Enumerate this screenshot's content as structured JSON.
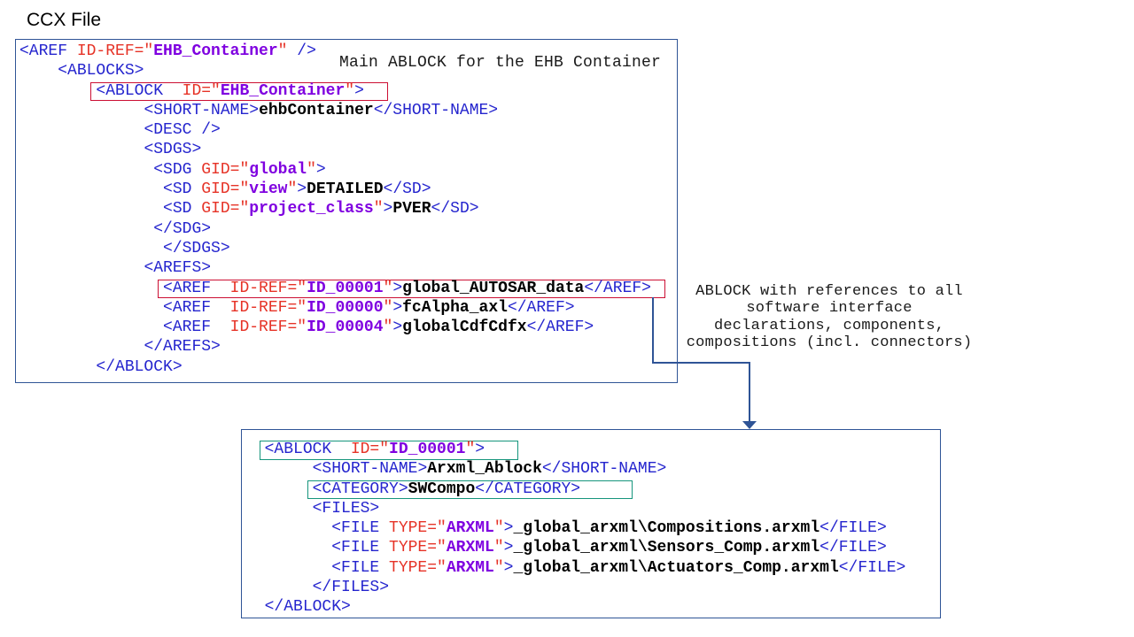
{
  "title": "CCX File",
  "notes": {
    "main_ablock": "Main ABLOCK for the EHB Container",
    "references": "ABLOCK with references to all\nsoftware interface\ndeclarations, components,\ncompositions (incl. connectors)"
  },
  "colors": {
    "code_tag": "#2525CE",
    "code_attr": "#E63327",
    "code_value": "#7F00E0",
    "code_text": "#000000",
    "box_border": "#2F5496",
    "red_highlight": "#CC0F33",
    "teal_highlight": "#15957C"
  },
  "main_code_box": {
    "lines": [
      {
        "indent": 0,
        "box": null,
        "seg": [
          [
            "tag",
            "<AREF "
          ],
          [
            "attr",
            "ID-REF=\""
          ],
          [
            "val",
            "EHB_Container"
          ],
          [
            "attr",
            "\""
          ],
          [
            "tag",
            " />"
          ]
        ]
      },
      {
        "indent": 4,
        "box": null,
        "seg": [
          [
            "tag",
            "<ABLOCKS>"
          ]
        ]
      },
      {
        "indent": 8,
        "box": "red",
        "seg": [
          [
            "tag",
            "<ABLOCK  "
          ],
          [
            "attr",
            "ID=\""
          ],
          [
            "val",
            "EHB_Container"
          ],
          [
            "attr",
            "\""
          ],
          [
            "tag",
            ">  "
          ]
        ]
      },
      {
        "indent": 13,
        "box": null,
        "seg": [
          [
            "tag",
            "<SHORT-NAME>"
          ],
          [
            "txt",
            "ehbContainer"
          ],
          [
            "tag",
            "</SHORT-NAME>"
          ]
        ]
      },
      {
        "indent": 13,
        "box": null,
        "seg": [
          [
            "tag",
            "<DESC />"
          ]
        ]
      },
      {
        "indent": 13,
        "box": null,
        "seg": [
          [
            "tag",
            "<SDGS>"
          ]
        ]
      },
      {
        "indent": 14,
        "box": null,
        "seg": [
          [
            "tag",
            "<SDG "
          ],
          [
            "attr",
            "GID=\""
          ],
          [
            "val",
            "global"
          ],
          [
            "attr",
            "\""
          ],
          [
            "tag",
            ">"
          ]
        ]
      },
      {
        "indent": 15,
        "box": null,
        "seg": [
          [
            "tag",
            "<SD "
          ],
          [
            "attr",
            "GID=\""
          ],
          [
            "val",
            "view"
          ],
          [
            "attr",
            "\""
          ],
          [
            "tag",
            ">"
          ],
          [
            "txt",
            "DETAILED"
          ],
          [
            "tag",
            "</SD>"
          ]
        ]
      },
      {
        "indent": 15,
        "box": null,
        "seg": [
          [
            "tag",
            "<SD "
          ],
          [
            "attr",
            "GID=\""
          ],
          [
            "val",
            "project_class"
          ],
          [
            "attr",
            "\""
          ],
          [
            "tag",
            ">"
          ],
          [
            "txt",
            "PVER"
          ],
          [
            "tag",
            "</SD>"
          ]
        ]
      },
      {
        "indent": 14,
        "box": null,
        "seg": [
          [
            "tag",
            "</SDG>"
          ]
        ]
      },
      {
        "indent": 15,
        "box": null,
        "seg": [
          [
            "tag",
            "</SDGS>"
          ]
        ]
      },
      {
        "indent": 13,
        "box": null,
        "seg": [
          [
            "tag",
            "<AREFS>"
          ]
        ]
      },
      {
        "indent": 15,
        "box": "red",
        "seg": [
          [
            "tag",
            "<AREF  "
          ],
          [
            "attr",
            "ID-REF=\""
          ],
          [
            "val",
            "ID_00001"
          ],
          [
            "attr",
            "\""
          ],
          [
            "tag",
            ">"
          ],
          [
            "txt",
            "global_AUTOSAR_data"
          ],
          [
            "tag",
            "</AREF> "
          ]
        ]
      },
      {
        "indent": 15,
        "box": null,
        "seg": [
          [
            "tag",
            "<AREF  "
          ],
          [
            "attr",
            "ID-REF=\""
          ],
          [
            "val",
            "ID_00000"
          ],
          [
            "attr",
            "\""
          ],
          [
            "tag",
            ">"
          ],
          [
            "txt",
            "fcAlpha_axl"
          ],
          [
            "tag",
            "</AREF>"
          ]
        ]
      },
      {
        "indent": 15,
        "box": null,
        "seg": [
          [
            "tag",
            "<AREF  "
          ],
          [
            "attr",
            "ID-REF=\""
          ],
          [
            "val",
            "ID_00004"
          ],
          [
            "attr",
            "\""
          ],
          [
            "tag",
            ">"
          ],
          [
            "txt",
            "globalCdfCdfx"
          ],
          [
            "tag",
            "</AREF>"
          ]
        ]
      },
      {
        "indent": 13,
        "box": null,
        "seg": [
          [
            "tag",
            "</AREFS>"
          ]
        ]
      },
      {
        "indent": 8,
        "box": null,
        "seg": [
          [
            "tag",
            "</ABLOCK>"
          ]
        ]
      }
    ]
  },
  "arxml_code_box": {
    "lines": [
      {
        "indent": 2,
        "box": "teal",
        "seg": [
          [
            "tag",
            "<ABLOCK  "
          ],
          [
            "attr",
            "ID=\""
          ],
          [
            "val",
            "ID_00001"
          ],
          [
            "attr",
            "\""
          ],
          [
            "tag",
            ">   "
          ]
        ]
      },
      {
        "indent": 7,
        "box": null,
        "seg": [
          [
            "tag",
            "<SHORT-NAME>"
          ],
          [
            "txt",
            "Arxml_Ablock"
          ],
          [
            "tag",
            "</SHORT-NAME>"
          ]
        ]
      },
      {
        "indent": 7,
        "box": "teal",
        "seg": [
          [
            "tag",
            "<CATEGORY>"
          ],
          [
            "txt",
            "SWCompo"
          ],
          [
            "tag",
            "</CATEGORY>     "
          ]
        ]
      },
      {
        "indent": 7,
        "box": null,
        "seg": [
          [
            "tag",
            "<FILES>"
          ]
        ]
      },
      {
        "indent": 9,
        "box": null,
        "seg": [
          [
            "tag",
            "<FILE "
          ],
          [
            "attr",
            "TYPE=\""
          ],
          [
            "val",
            "ARXML"
          ],
          [
            "attr",
            "\""
          ],
          [
            "tag",
            ">"
          ],
          [
            "txt",
            "_global_arxml\\Compositions.arxml"
          ],
          [
            "tag",
            "</FILE>"
          ]
        ]
      },
      {
        "indent": 9,
        "box": null,
        "seg": [
          [
            "tag",
            "<FILE "
          ],
          [
            "attr",
            "TYPE=\""
          ],
          [
            "val",
            "ARXML"
          ],
          [
            "attr",
            "\""
          ],
          [
            "tag",
            ">"
          ],
          [
            "txt",
            "_global_arxml\\Sensors_Comp.arxml"
          ],
          [
            "tag",
            "</FILE>"
          ]
        ]
      },
      {
        "indent": 9,
        "box": null,
        "seg": [
          [
            "tag",
            "<FILE "
          ],
          [
            "attr",
            "TYPE=\""
          ],
          [
            "val",
            "ARXML"
          ],
          [
            "attr",
            "\""
          ],
          [
            "tag",
            ">"
          ],
          [
            "txt",
            "_global_arxml\\Actuators_Comp.arxml"
          ],
          [
            "tag",
            "</FILE>"
          ]
        ]
      },
      {
        "indent": 7,
        "box": null,
        "seg": [
          [
            "tag",
            "</FILES>"
          ]
        ]
      },
      {
        "indent": 2,
        "box": null,
        "seg": [
          [
            "tag",
            "</ABLOCK>"
          ]
        ]
      }
    ]
  }
}
